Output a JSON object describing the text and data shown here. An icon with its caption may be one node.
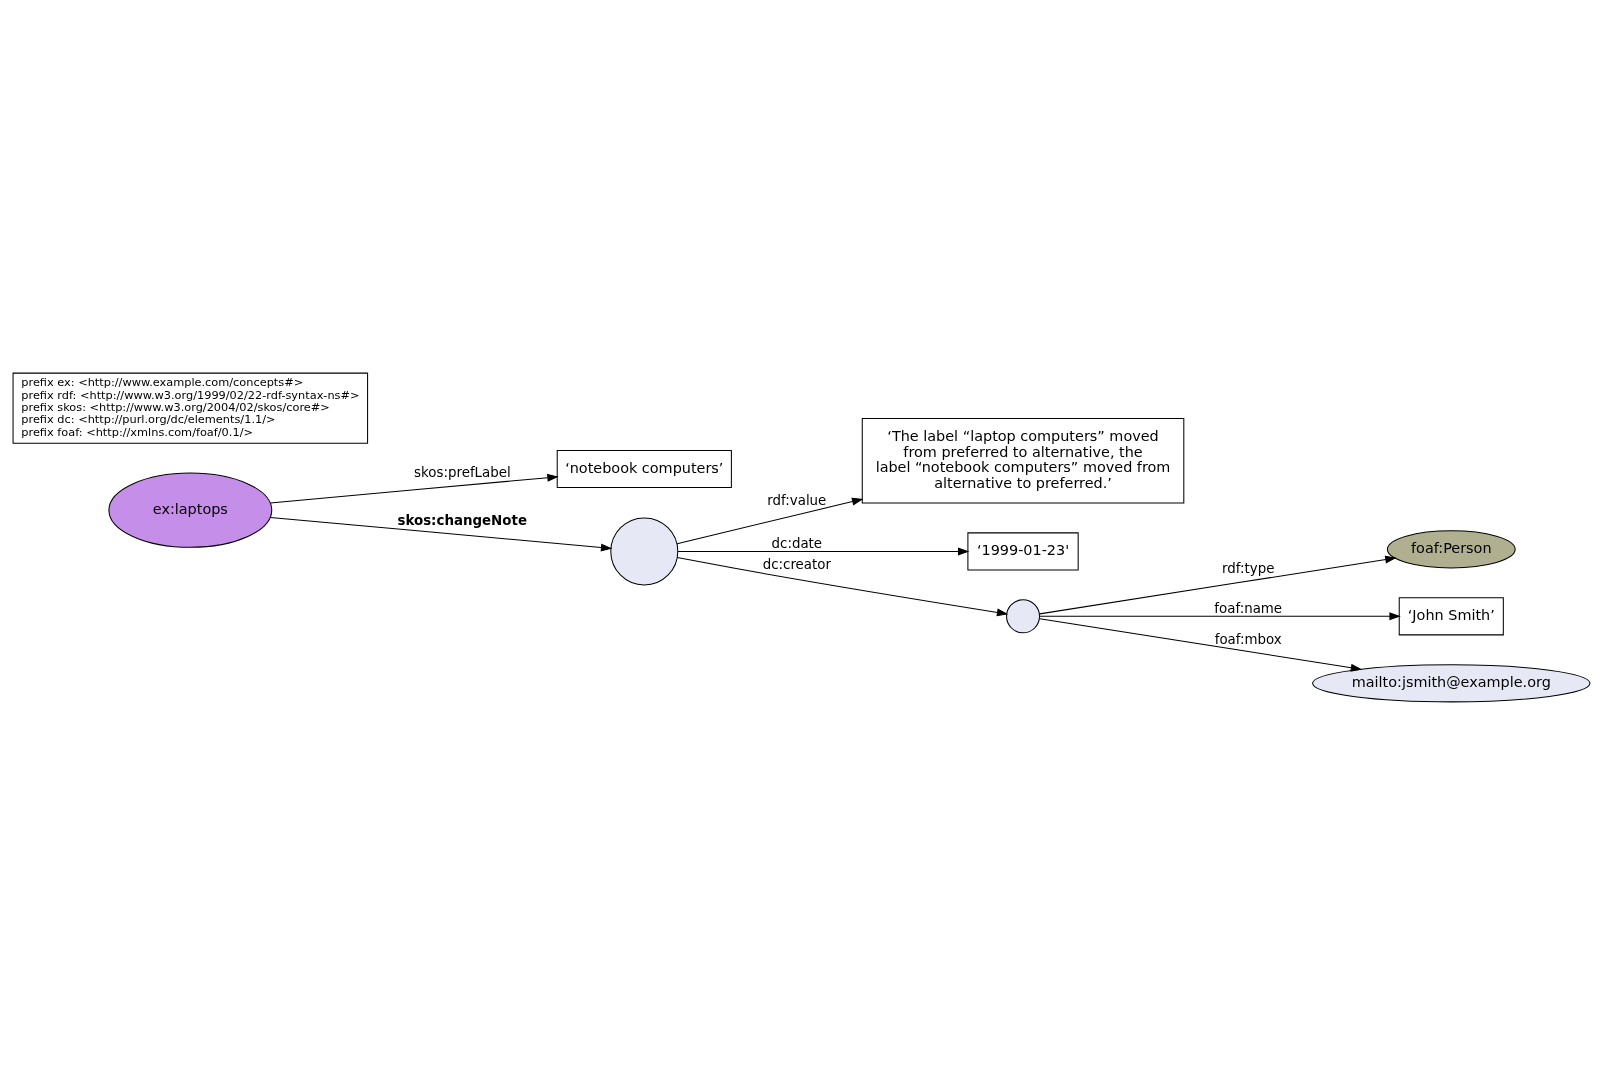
{
  "diagram": {
    "nodes": [
      {
        "text": [
          "‘notebook computers’"
        ]
      },
      {
        "text": [
          "ex:laptops"
        ]
      },
      {
        "text": [],
        "shape": "circle"
      },
      {
        "text": [
          "‘The label “laptop computers” moved from preferred to alternative, the label “notebook computers” moved from alternative to preferred.’"
        ]
      },
      {
        "text": [
          "‘1999-01-23'"
        ]
      },
      {
        "text": [],
        "shape": "circle"
      },
      {
        "text": [
          "foaf:Person"
        ]
      },
      {
        "text": [
          "‘John Smith’"
        ]
      },
      {
        "text": [
          "mailto:jsmith@example.org"
        ]
      },
      {
        "text": [
          "prefix ex: <http://www.example.com/concepts#>",
          "prefix rdf: <http://www.w3.org/1999/02/22-rdf-syntax-ns#>",
          "prefix skos: <http://www.w3.org/2004/02/skos/core#>",
          "prefix dc: <http://purl.org/dc/elements/1.1/>",
          "prefix foaf: <http://xmlns.com/foaf/0.1/>"
        ]
      }
    ],
    "edges": [
      {
        "from": 1,
        "to": 0,
        "arrow": "to",
        "label": "skos:prefLabel"
      },
      {
        "from": 1,
        "to": 2,
        "arrow": "to",
        "label": "skos:changeNote"
      },
      {
        "from": 2,
        "to": 3,
        "arrow": "to",
        "label": "rdf:value"
      },
      {
        "from": 2,
        "to": 4,
        "arrow": "to",
        "label": "dc:date"
      },
      {
        "from": 2,
        "to": 5,
        "arrow": "to",
        "label": "dc:creator"
      },
      {
        "from": 5,
        "to": 6,
        "arrow": "to",
        "label": "rdf:type"
      },
      {
        "from": 5,
        "to": 7,
        "arrow": "to",
        "label": "foaf:name"
      },
      {
        "from": 5,
        "to": 8,
        "arrow": "to",
        "label": "foaf:mbox"
      }
    ]
  }
}
